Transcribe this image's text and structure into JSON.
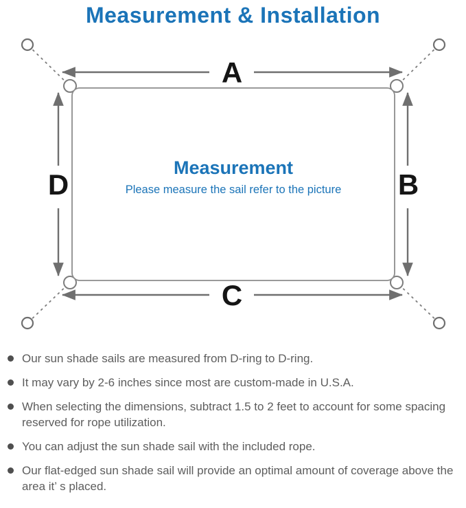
{
  "header": {
    "title": "Measurement & Installation"
  },
  "diagram": {
    "labels": {
      "a": "A",
      "b": "B",
      "c": "C",
      "d": "D"
    },
    "center_title": "Measurement",
    "center_subtitle": "Please measure the sail refer to the picture"
  },
  "notes": {
    "items": [
      "Our sun shade sails are measured from D-ring to D-ring.",
      "It may vary by 2-6 inches since most are custom-made in U.S.A.",
      "When selecting the dimensions, subtract 1.5 to 2 feet to account for some spacing reserved for rope utilization.",
      "You can adjust the sun shade sail with the included rope.",
      "Our flat-edged sun shade sail will provide an optimal amount of coverage above the area it’ s placed."
    ]
  },
  "colors": {
    "accent_blue": "#1b74b8",
    "arrow_gray": "#6f6f6f",
    "line_gray": "#8c8c8c",
    "dash_gray": "#7d7d7d",
    "text_gray": "#5d5d5d",
    "bullet_gray": "#4f4f4f",
    "label_black": "#151515"
  }
}
